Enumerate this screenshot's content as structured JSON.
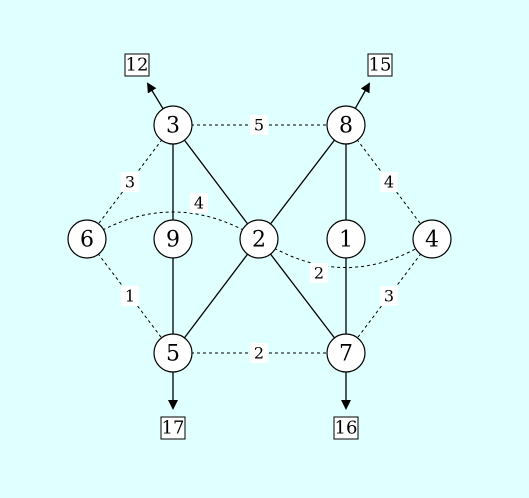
{
  "colors": {
    "background": "#e0ffff",
    "node_fill": "#ffffff",
    "stroke": "#000000"
  },
  "nodes": [
    {
      "id": "3",
      "label": "3"
    },
    {
      "id": "8",
      "label": "8"
    },
    {
      "id": "6",
      "label": "6"
    },
    {
      "id": "9",
      "label": "9"
    },
    {
      "id": "2",
      "label": "2"
    },
    {
      "id": "1",
      "label": "1"
    },
    {
      "id": "4",
      "label": "4"
    },
    {
      "id": "5",
      "label": "5"
    },
    {
      "id": "7",
      "label": "7"
    }
  ],
  "solid_edges": [
    {
      "from": "3",
      "to": "9"
    },
    {
      "from": "3",
      "to": "2"
    },
    {
      "from": "9",
      "to": "5"
    },
    {
      "from": "2",
      "to": "5"
    },
    {
      "from": "2",
      "to": "8"
    },
    {
      "from": "2",
      "to": "7"
    },
    {
      "from": "8",
      "to": "1"
    },
    {
      "from": "1",
      "to": "7"
    }
  ],
  "dashed_edges": [
    {
      "from": "3",
      "to": "8",
      "weight": "5"
    },
    {
      "from": "3",
      "to": "6",
      "weight": "3"
    },
    {
      "from": "6",
      "to": "2",
      "weight": "4",
      "curved": true
    },
    {
      "from": "6",
      "to": "5",
      "weight": "1"
    },
    {
      "from": "5",
      "to": "7",
      "weight": "2"
    },
    {
      "from": "8",
      "to": "4",
      "weight": "4"
    },
    {
      "from": "2",
      "to": "4",
      "weight": "2",
      "curved": true
    },
    {
      "from": "4",
      "to": "7",
      "weight": "3"
    }
  ],
  "terminals": [
    {
      "from": "3",
      "label": "12"
    },
    {
      "from": "8",
      "label": "15"
    },
    {
      "from": "5",
      "label": "17"
    },
    {
      "from": "7",
      "label": "16"
    }
  ]
}
